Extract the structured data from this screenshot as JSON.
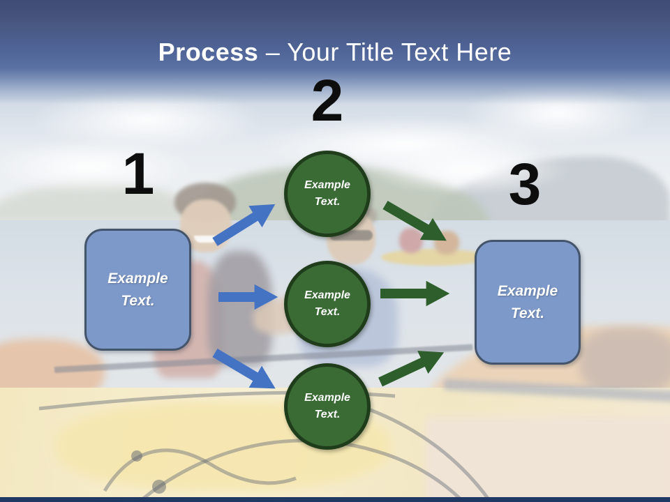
{
  "title": {
    "emphasis": "Process",
    "separator": " – ",
    "rest": "Your Title Text Here"
  },
  "steps": [
    {
      "number": "1",
      "label": "Example Text."
    },
    {
      "number": "2",
      "circles": [
        {
          "label": "Example Text."
        },
        {
          "label": "Example Text."
        },
        {
          "label": "Example Text."
        }
      ]
    },
    {
      "number": "3",
      "label": "Example Text."
    }
  ],
  "colors": {
    "header_top": "#3e4b76",
    "header_mid": "#5a71a3",
    "step_box_fill": "#7d99ca",
    "step_box_border": "#44546a",
    "circle_fill": "#3a6b35",
    "circle_border": "#203d1b",
    "arrow_blue": "#4573c4",
    "arrow_green": "#2e5e2b",
    "number_color": "#0d0d0d",
    "footer_bar": "#1f3864"
  }
}
